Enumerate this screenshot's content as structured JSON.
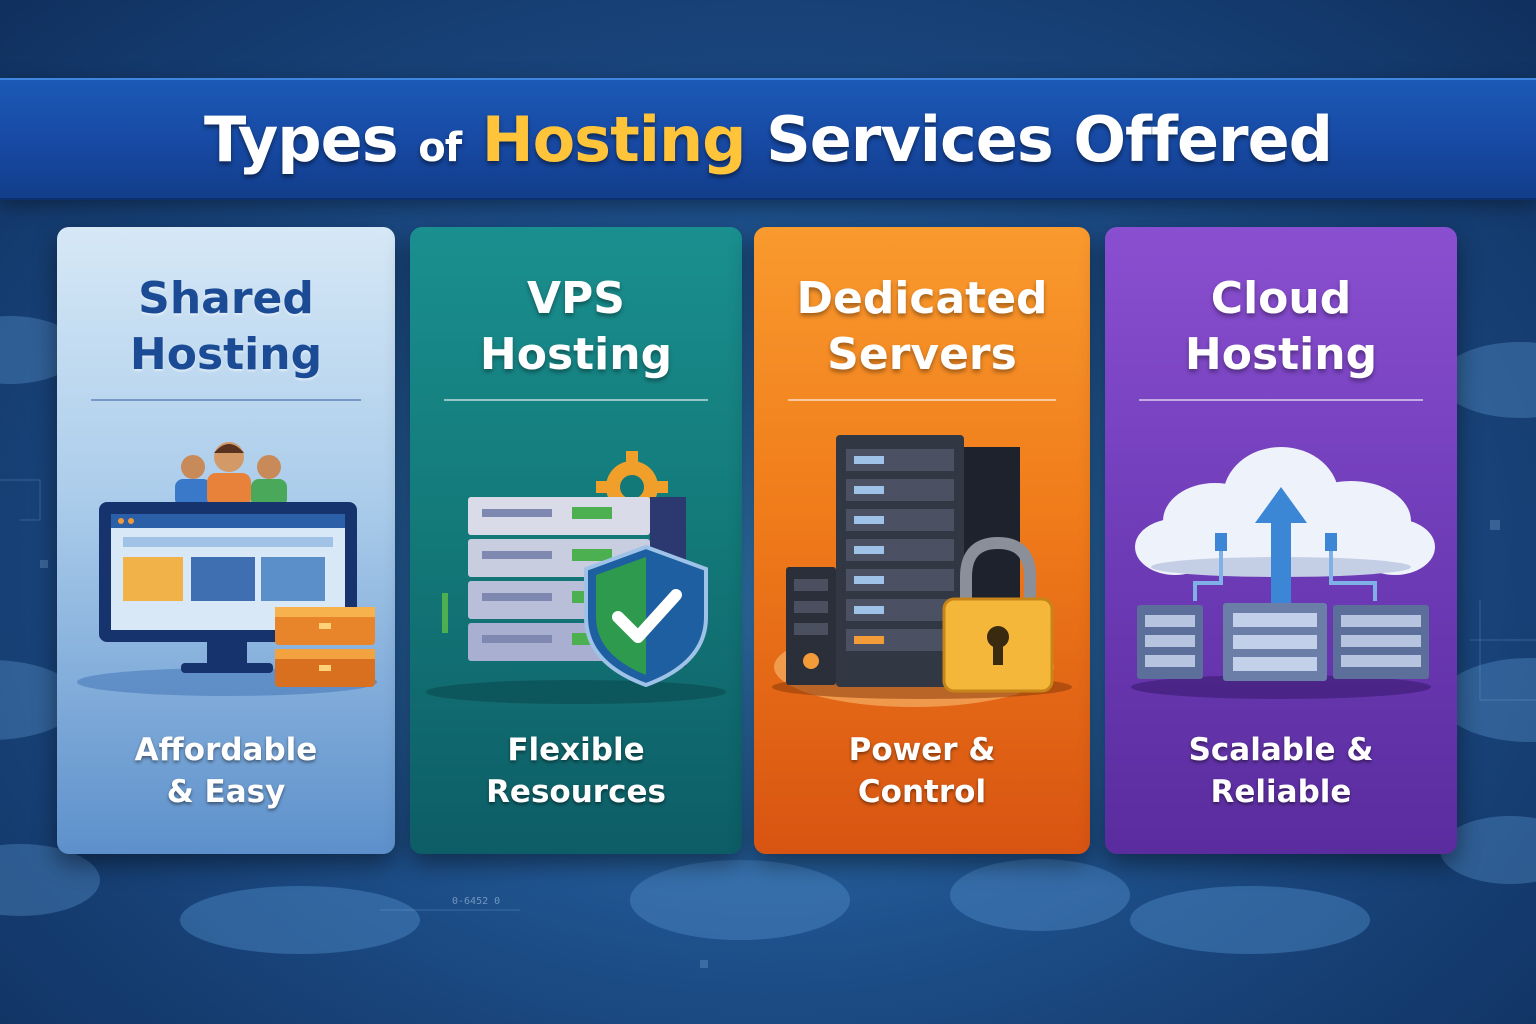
{
  "title": {
    "part1": "Types",
    "part2": "of",
    "part3": "Hosting",
    "part4": "Services Offered"
  },
  "background_code": "0-6452 0",
  "colors": {
    "banner": "#1749a3",
    "accent": "#ffc43a",
    "shared": "#a9cbea",
    "vps": "#137878",
    "dedicated": "#f07c1a",
    "cloud": "#6f3cb8"
  },
  "cards": [
    {
      "title_line1": "Shared",
      "title_line2": "Hosting",
      "sub_line1": "Affordable",
      "sub_line2": "& Easy",
      "icon": "shared-hosting-icon"
    },
    {
      "title_line1": "VPS",
      "title_line2": "Hosting",
      "sub_line1": "Flexible",
      "sub_line2": "Resources",
      "icon": "vps-server-shield-icon"
    },
    {
      "title_line1": "Dedicated",
      "title_line2": "Servers",
      "sub_line1": "Power &",
      "sub_line2": "Control",
      "icon": "dedicated-server-lock-icon"
    },
    {
      "title_line1": "Cloud",
      "title_line2": "Hosting",
      "sub_line1": "Scalable &",
      "sub_line2": "Reliable",
      "icon": "cloud-servers-icon"
    }
  ]
}
